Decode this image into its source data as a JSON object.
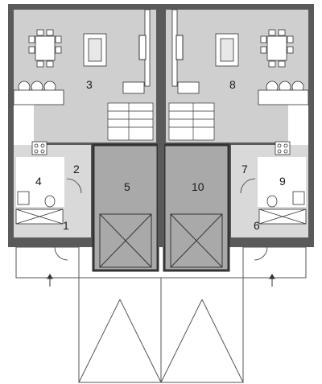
{
  "rooms": [
    {
      "id": "r1",
      "label": "1"
    },
    {
      "id": "r2",
      "label": "2"
    },
    {
      "id": "r3",
      "label": "3"
    },
    {
      "id": "r4",
      "label": "4"
    },
    {
      "id": "r5",
      "label": "5"
    },
    {
      "id": "r6",
      "label": "6"
    },
    {
      "id": "r7",
      "label": "7"
    },
    {
      "id": "r8",
      "label": "8"
    },
    {
      "id": "r9",
      "label": "9"
    },
    {
      "id": "r10",
      "label": "10"
    }
  ],
  "colors": {
    "living": "#cfcfcf",
    "service": "#d7d7d7",
    "garage": "#a9a9a9",
    "wall": "#4a4a4a",
    "line": "#555555",
    "furniture": "#ffffff"
  },
  "icons": [
    "sofa-icon",
    "dining-table-icon",
    "stair-icon",
    "bathtub-icon",
    "toilet-icon",
    "sink-icon",
    "stove-icon",
    "car-bay-cross-icon",
    "entry-arrow-icon"
  ]
}
